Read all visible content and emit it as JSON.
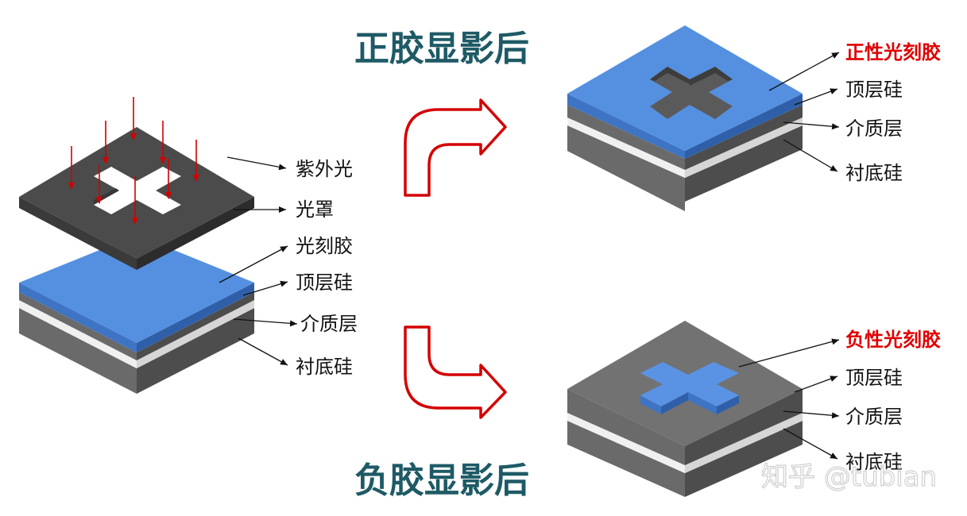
{
  "titles": {
    "positive": "正胶显影后",
    "negative": "负胶显影后"
  },
  "left_labels": {
    "uv": "紫外光",
    "mask": "光罩",
    "photoresist": "光刻胶",
    "top_si": "顶层硅",
    "dielectric": "介质层",
    "substrate": "衬底硅"
  },
  "positive_labels": {
    "resist": "正性光刻胶",
    "top_si": "顶层硅",
    "dielectric": "介质层",
    "substrate": "衬底硅"
  },
  "negative_labels": {
    "resist": "负性光刻胶",
    "top_si": "顶层硅",
    "dielectric": "介质层",
    "substrate": "衬底硅"
  },
  "watermark": "知乎 @tubian",
  "colors": {
    "resist_top": "#5590e0",
    "resist_side": "#3e74c4",
    "silicon": "#6f6f6f",
    "silicon_dark": "#555555",
    "dielectric": "#ededed",
    "mask": "#4b4b4b",
    "arrow_red": "#d40000",
    "title": "#1e5a66",
    "label_red": "#e00000"
  }
}
